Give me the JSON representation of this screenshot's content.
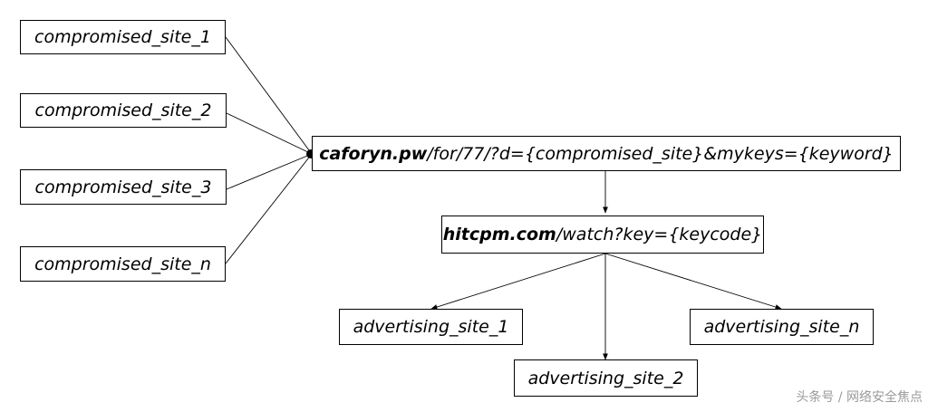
{
  "diagram": {
    "sources": [
      {
        "label": "compromised_site_1"
      },
      {
        "label": "compromised_site_2"
      },
      {
        "label": "compromised_site_3"
      },
      {
        "label": "compromised_site_n"
      }
    ],
    "redirector": {
      "domain": "caforyn.pw",
      "path": "/for/77/?d={compromised_site}&mykeys={keyword}"
    },
    "ad_server": {
      "domain": "hitcpm.com",
      "path": "/watch?key={keycode}"
    },
    "targets": [
      {
        "label": "advertising_site_1"
      },
      {
        "label": "advertising_site_2"
      },
      {
        "label": "advertising_site_n"
      }
    ],
    "line_color": "#000000",
    "border_color": "#000000"
  },
  "watermark": {
    "text": "头条号 / 网络安全焦点"
  }
}
